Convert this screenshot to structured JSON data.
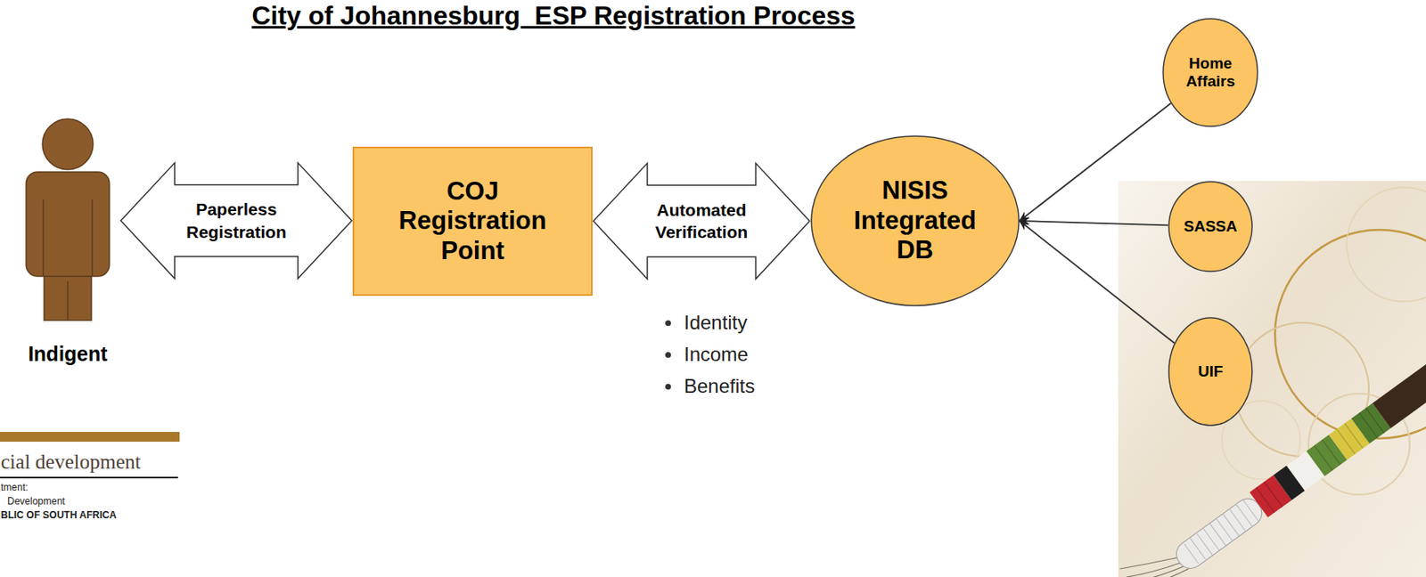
{
  "diagram": {
    "title": "City of Johannesburg  ESP Registration Process",
    "nodes": [
      {
        "text": [
          "Indigent"
        ]
      },
      {
        "text": [
          "COJ Registration Point"
        ]
      },
      {
        "text": [
          "NISIS Integrated DB"
        ]
      },
      {
        "text": [
          "Home Affairs"
        ]
      },
      {
        "text": [
          "SASSA"
        ]
      },
      {
        "text": [
          "UIF"
        ]
      }
    ],
    "edges": [
      {
        "from": 0,
        "to": 1,
        "label": "Paperless Registration",
        "arrow": "both"
      },
      {
        "from": 1,
        "to": 2,
        "label": "Automated Verification",
        "arrow": "both"
      },
      {
        "from": 3,
        "to": 2,
        "arrow": "to"
      },
      {
        "from": 4,
        "to": 2,
        "arrow": "to"
      },
      {
        "from": 5,
        "to": 2,
        "arrow": "to"
      }
    ],
    "labels": [
      "Identity",
      "Income",
      "Benefits",
      "cial development",
      "tment:",
      "Development",
      "BLIC OF SOUTH AFRICA"
    ]
  }
}
